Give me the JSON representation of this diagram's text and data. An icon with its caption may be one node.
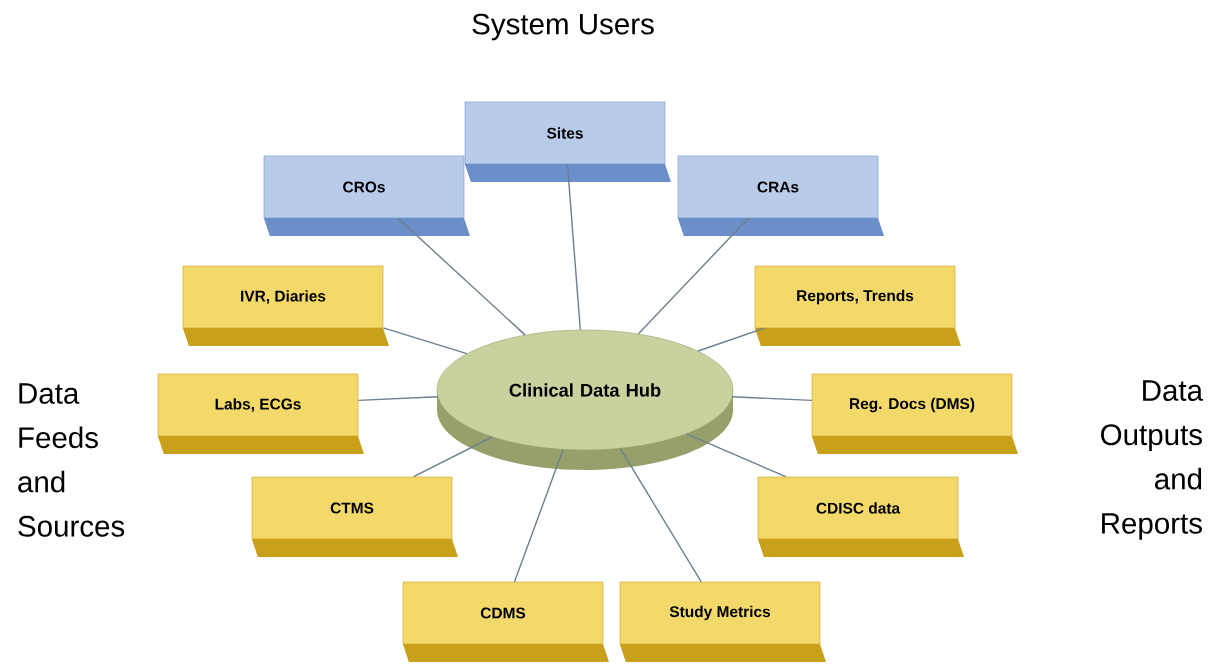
{
  "diagram": {
    "title": "System Users",
    "nodes": [
      {
        "text": [
          "Clinical Data Hub"
        ]
      },
      {
        "text": [
          "CROs"
        ]
      },
      {
        "text": [
          "Sites"
        ]
      },
      {
        "text": [
          "CRAs"
        ]
      },
      {
        "text": [
          "IVR, Diaries"
        ]
      },
      {
        "text": [
          "Reports, Trends"
        ]
      },
      {
        "text": [
          "Labs, ECGs"
        ]
      },
      {
        "text": [
          "Reg. Docs (DMS)"
        ]
      },
      {
        "text": [
          "CTMS"
        ]
      },
      {
        "text": [
          "CDISC data"
        ]
      },
      {
        "text": [
          "CDMS"
        ]
      },
      {
        "text": [
          "Study Metrics"
        ]
      }
    ],
    "edges": [
      {
        "from": 0,
        "to": 1,
        "arrow": "none"
      },
      {
        "from": 0,
        "to": 2,
        "arrow": "none"
      },
      {
        "from": 0,
        "to": 3,
        "arrow": "none"
      },
      {
        "from": 0,
        "to": 4,
        "arrow": "none"
      },
      {
        "from": 0,
        "to": 5,
        "arrow": "none"
      },
      {
        "from": 0,
        "to": 6,
        "arrow": "none"
      },
      {
        "from": 0,
        "to": 7,
        "arrow": "none"
      },
      {
        "from": 0,
        "to": 8,
        "arrow": "none"
      },
      {
        "from": 0,
        "to": 9,
        "arrow": "none"
      },
      {
        "from": 0,
        "to": 10,
        "arrow": "none"
      },
      {
        "from": 0,
        "to": 11,
        "arrow": "none"
      }
    ],
    "labels": [
      "Data Feeds and Sources",
      "Data Outputs and Reports"
    ]
  }
}
